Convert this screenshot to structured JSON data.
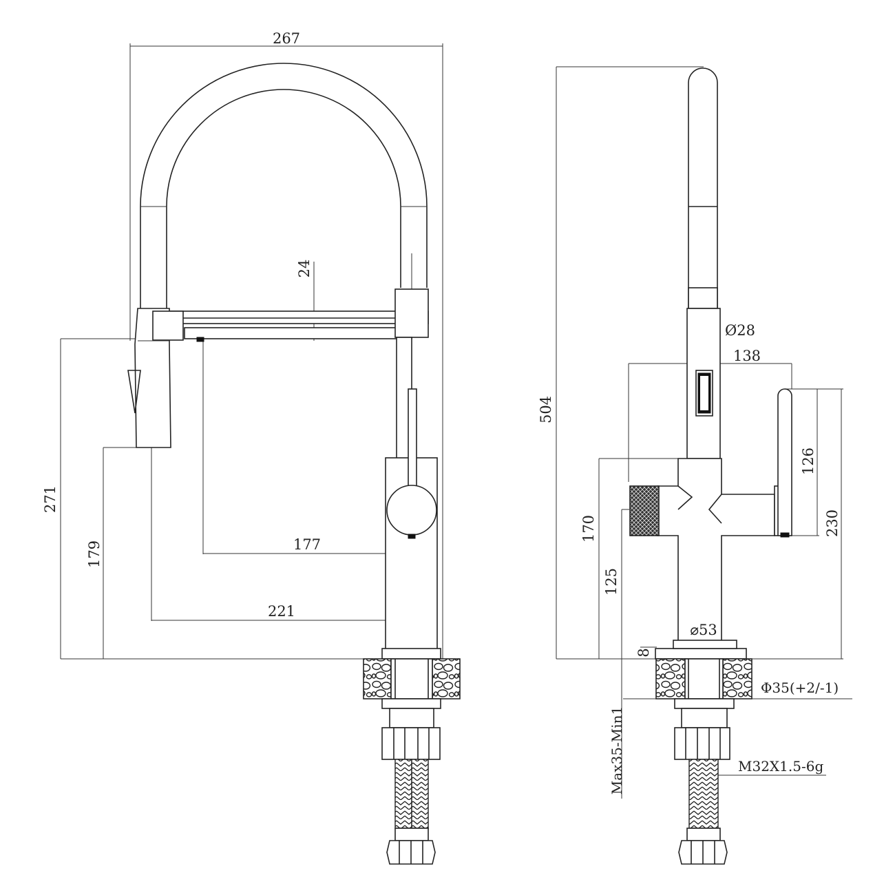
{
  "dimensions": {
    "side_view": {
      "overall_width": "267",
      "hose_gap": "24",
      "spout_reach": "177",
      "spray_reach": "221",
      "spray_height": "271",
      "spray_bottom_height": "179"
    },
    "front_view": {
      "overall_height": "504",
      "neck_diameter": "Ø28",
      "body_width": "138",
      "lever_length": "126",
      "lever_top_height": "230",
      "knob_height": "170",
      "knob_bottom_height": "125",
      "base_diameter": "⌀53",
      "base_thickness": "8",
      "hole_diameter": "Φ35(+2/-1)",
      "counter_thickness": "Max35-Min1",
      "thread_spec": "M32X1.5-6g"
    }
  }
}
